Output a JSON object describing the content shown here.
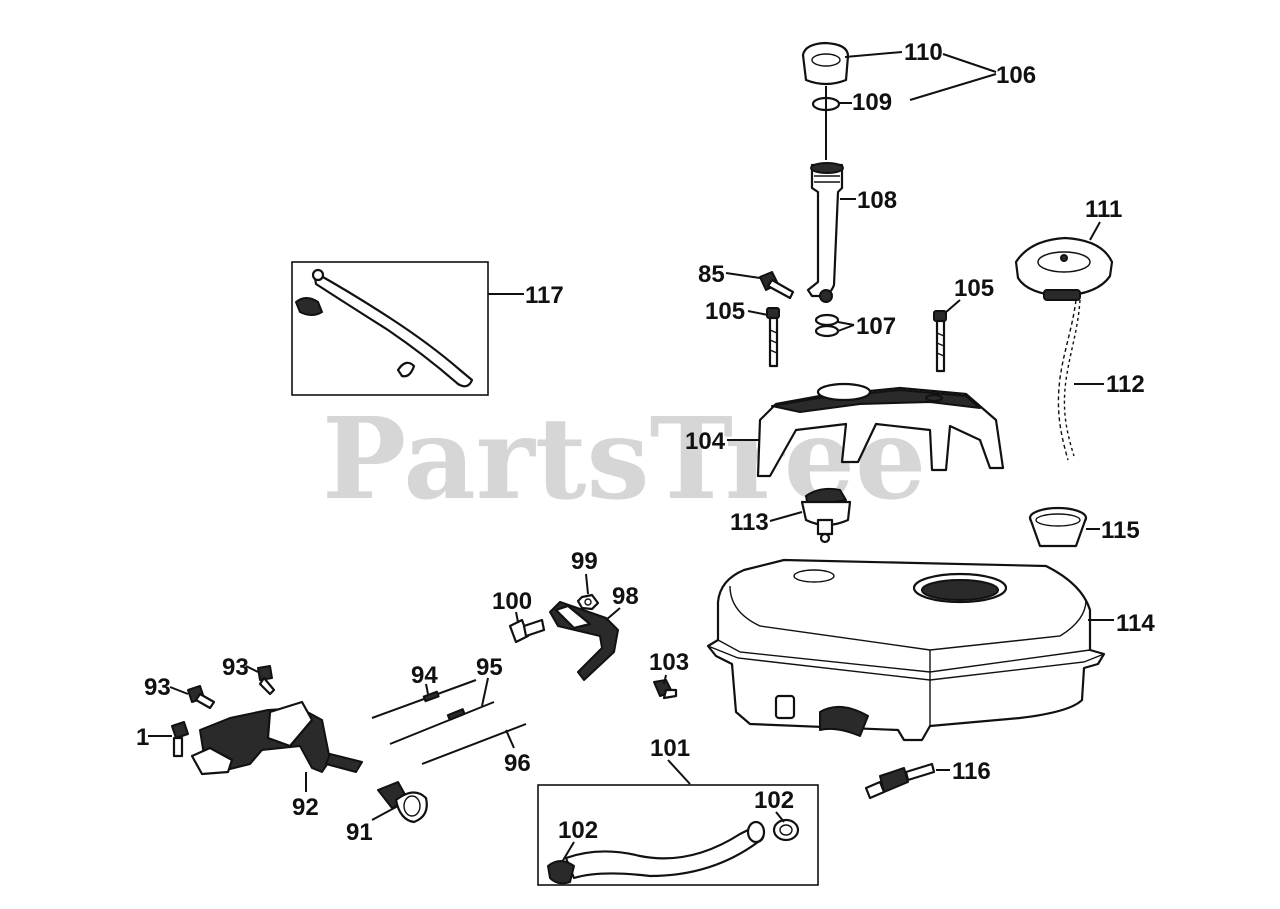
{
  "watermark": "PartsTree",
  "callouts": {
    "c110": "110",
    "c106": "106",
    "c109": "109",
    "c108": "108",
    "c111": "111",
    "c85": "85",
    "c105a": "105",
    "c105b": "105",
    "c107": "107",
    "c112": "112",
    "c117": "117",
    "c104": "104",
    "c113": "113",
    "c115": "115",
    "c99": "99",
    "c100": "100",
    "c98": "98",
    "c114": "114",
    "c103": "103",
    "c93a": "93",
    "c93b": "93",
    "c94": "94",
    "c95": "95",
    "c1": "1",
    "c96": "96",
    "c101": "101",
    "c116": "116",
    "c102a": "102",
    "c102b": "102",
    "c92": "92",
    "c91": "91"
  }
}
